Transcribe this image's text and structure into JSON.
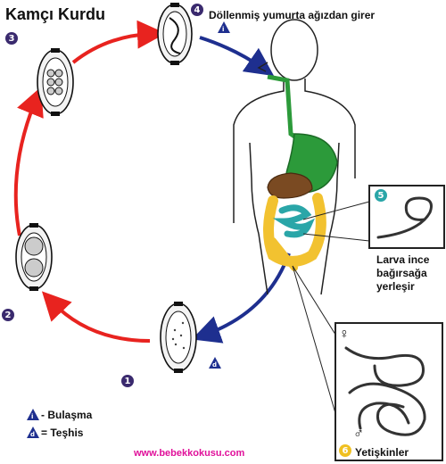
{
  "title": "Kamçı Kurdu",
  "stages": [
    {
      "number": "1",
      "color": "#3a2a6e"
    },
    {
      "number": "2",
      "color": "#3a2a6e"
    },
    {
      "number": "3",
      "color": "#3a2a6e"
    },
    {
      "number": "4",
      "color": "#3a2a6e"
    },
    {
      "number": "5",
      "color": "#2aa6a8"
    },
    {
      "number": "6",
      "color": "#f0c020"
    }
  ],
  "labels": {
    "ingestion": "Döllenmiş yumurta ağızdan girer",
    "larva_line1": "Larva ince",
    "larva_line2": "bağırsağa",
    "larva_line3": "yerleşir",
    "adults": "Yetişkinler"
  },
  "legend": {
    "infection_symbol": "i",
    "infection_label": "- Bulaşma",
    "diagnosis_symbol": "d",
    "diagnosis_label": "= Teşhis"
  },
  "sex_symbols": {
    "female": "♀",
    "male": "♂"
  },
  "website": "www.bebekkokusu.com",
  "colors": {
    "cycle_arrow": "#e8231f",
    "host_arrow": "#1e2f8f",
    "accent": "#e0109a"
  }
}
